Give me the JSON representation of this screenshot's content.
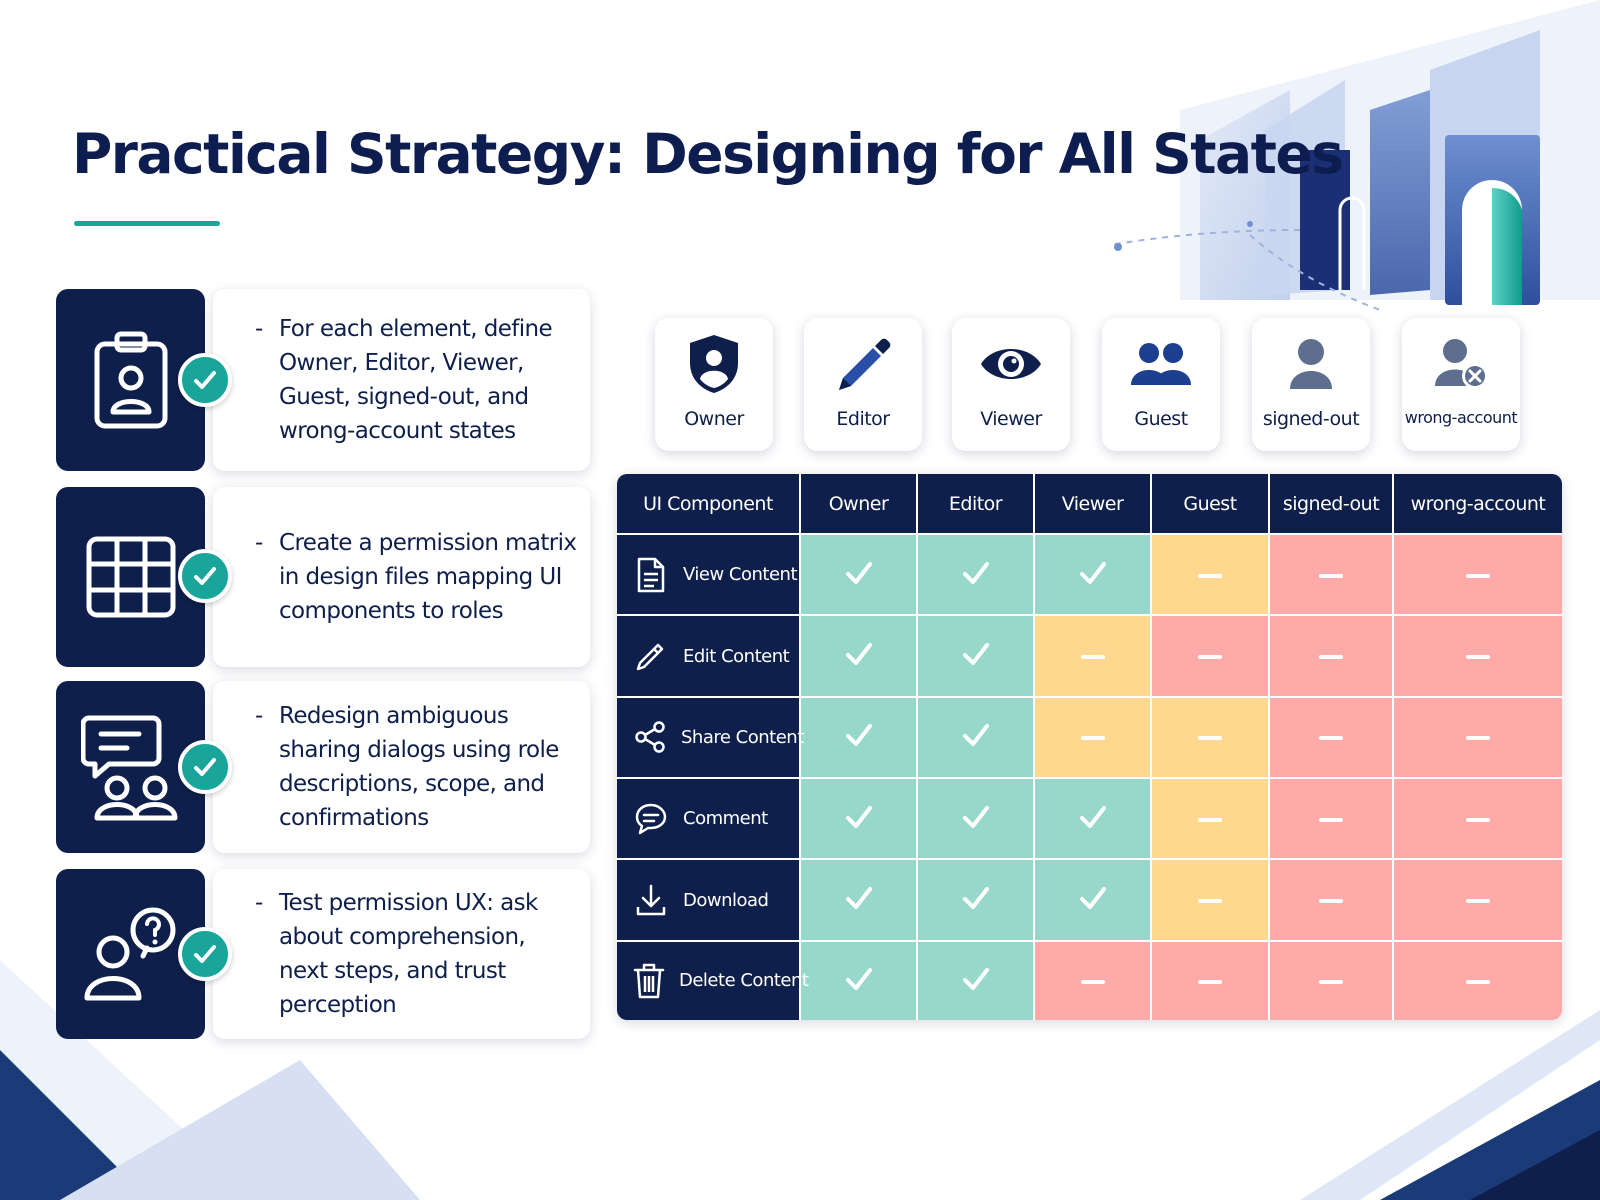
{
  "slide": {
    "title": "Practical Strategy: Designing for All States",
    "colors": {
      "navy": "#0f1f4b",
      "teal": "#1aa59b",
      "allowed": "#98d8cb",
      "limited": "#fed88f",
      "denied": "#fdaaa9"
    }
  },
  "strategies": [
    {
      "icon": "clipboard-user-icon",
      "text": "For each element, define Owner, Editor, Viewer, Guest, signed-out, and wrong-account states"
    },
    {
      "icon": "grid-matrix-icon",
      "text": "Create a permission matrix in design files mapping UI components to roles"
    },
    {
      "icon": "dialog-people-icon",
      "text": "Redesign ambiguous sharing dialogs using role descriptions, scope, and confirmations"
    },
    {
      "icon": "user-question-icon",
      "text": "Test permission UX: ask about comprehension, next steps, and trust perception"
    }
  ],
  "roles": [
    {
      "label": "Owner",
      "icon": "shield-user-icon"
    },
    {
      "label": "Editor",
      "icon": "pencil-icon"
    },
    {
      "label": "Viewer",
      "icon": "eye-icon"
    },
    {
      "label": "Guest",
      "icon": "group-icon"
    },
    {
      "label": "signed-out",
      "icon": "user-icon"
    },
    {
      "label": "wrong-account",
      "icon": "user-x-icon"
    }
  ],
  "matrix": {
    "header": [
      "UI Component",
      "Owner",
      "Editor",
      "Viewer",
      "Guest",
      "signed-out",
      "wrong-account"
    ],
    "rows": [
      {
        "component": "View Content",
        "icon": "document-icon",
        "cells": [
          "allowed",
          "allowed",
          "allowed",
          "limited",
          "denied",
          "denied"
        ]
      },
      {
        "component": "Edit Content",
        "icon": "pencil-icon",
        "cells": [
          "allowed",
          "allowed",
          "limited",
          "denied",
          "denied",
          "denied"
        ]
      },
      {
        "component": "Share Content",
        "icon": "share-icon",
        "cells": [
          "allowed",
          "allowed",
          "limited",
          "limited",
          "denied",
          "denied"
        ]
      },
      {
        "component": "Comment",
        "icon": "comment-icon",
        "cells": [
          "allowed",
          "allowed",
          "allowed",
          "limited",
          "denied",
          "denied"
        ]
      },
      {
        "component": "Download",
        "icon": "download-icon",
        "cells": [
          "allowed",
          "allowed",
          "allowed",
          "limited",
          "denied",
          "denied"
        ]
      },
      {
        "component": "Delete Content",
        "icon": "trash-icon",
        "cells": [
          "allowed",
          "allowed",
          "denied",
          "denied",
          "denied",
          "denied"
        ]
      }
    ]
  }
}
